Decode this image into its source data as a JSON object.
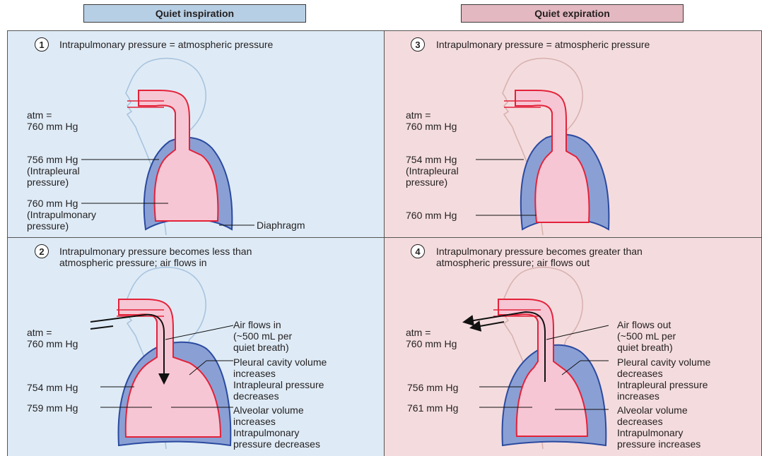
{
  "headers": {
    "inspiration": "Quiet inspiration",
    "expiration": "Quiet expiration"
  },
  "panels": {
    "p1": {
      "number": "1",
      "title": "Intrapulmonary pressure = atmospheric pressure",
      "atm": "atm =\n760 mm Hg",
      "intrapleural": "756 mm Hg\n(Intrapleural\npressure)",
      "intrapulmonary": "760 mm Hg\n(Intrapulmonary\npressure)",
      "diaphragm": "Diaphragm"
    },
    "p3": {
      "number": "3",
      "title": "Intrapulmonary pressure = atmospheric pressure",
      "atm": "atm =\n760 mm Hg",
      "intrapleural": "754 mm Hg\n(Intrapleural\npressure)",
      "intrapulmonary": "760 mm Hg"
    },
    "p2": {
      "number": "2",
      "title": "Intrapulmonary pressure becomes less than\natmospheric pressure; air flows in",
      "atm": "atm =\n760 mm Hg",
      "intrapleural": "754 mm Hg",
      "intrapulmonary": "759 mm Hg",
      "air": "Air flows in\n(~500 mL per\nquiet breath)",
      "pleural": "Pleural cavity volume\nincreases\nIntrapleural pressure\ndecreases",
      "alveolar": "Alveolar volume\nincreases\nIntrapulmonary\npressure decreases"
    },
    "p4": {
      "number": "4",
      "title": "Intrapulmonary pressure becomes greater than\natmospheric pressure; air flows out",
      "atm": "atm =\n760 mm Hg",
      "intrapleural": "756 mm Hg",
      "intrapulmonary": "761 mm Hg",
      "air": "Air flows out\n(~500 mL per\nquiet breath)",
      "pleural": "Pleural cavity volume\ndecreases\nIntrapleural pressure\nincreases",
      "alveolar": "Alveolar volume\ndecreases\nIntrapulmonary\npressure increases"
    }
  },
  "colors": {
    "blue_bg": "#deebf6",
    "pink_bg": "#f4dcde",
    "pleura": "#8aa0d4",
    "lung": "#f7c6d4",
    "airway": "#e3223a"
  }
}
